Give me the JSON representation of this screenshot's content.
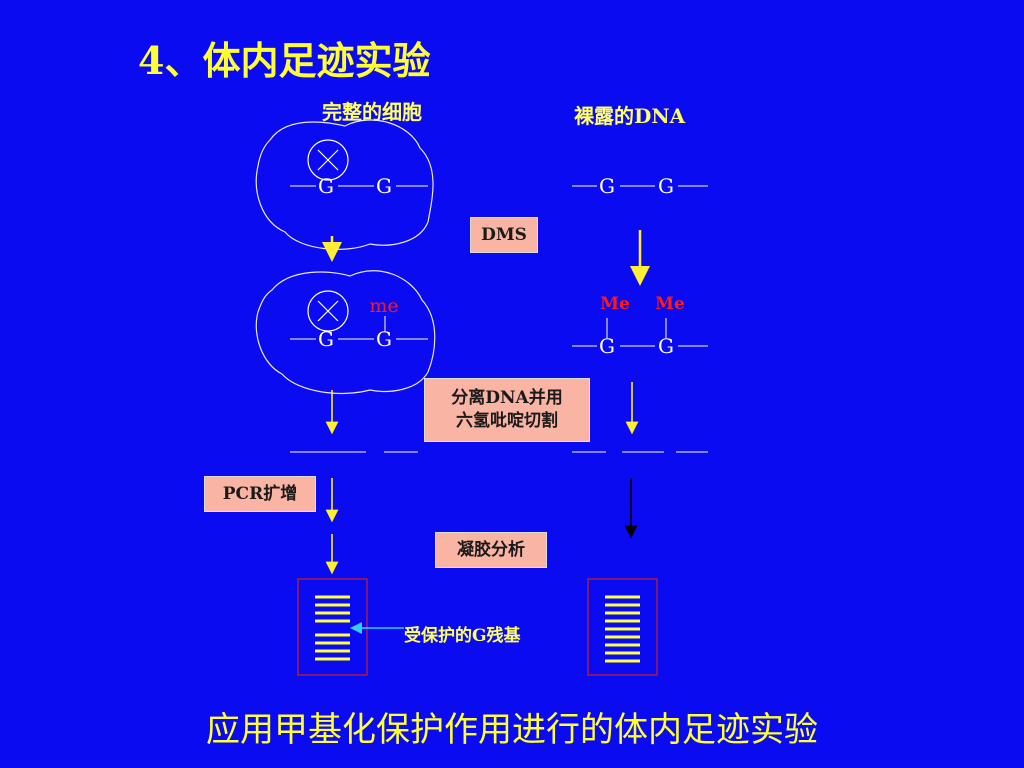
{
  "title": "4、体内足迹实验",
  "footer": "应用甲基化保护作用进行的体内足迹实验",
  "labels": {
    "intact_cell": "完整的细胞",
    "naked_dna": "裸露的DNA",
    "protected_g": "受保护的G残基"
  },
  "boxes": {
    "dms": "DMS",
    "isolate_line1": "分离DNA并用",
    "isolate_line2": "六氢吡啶切割",
    "pcr": "PCR扩增",
    "gel": "凝胶分析"
  },
  "bases": {
    "g": "G",
    "me_lower": "me",
    "me_upper": "Me"
  },
  "colors": {
    "background": "#0b0bf2",
    "title": "#ffff33",
    "label": "#ffff66",
    "box_fill": "#f9b4a4",
    "methyl": "#ff1a1a",
    "arrow": "#ffee33",
    "gel_border": "#cc2222",
    "band": "#ffff44",
    "pointer": "#33ccff"
  },
  "icons": {
    "protein": "circled-x-icon"
  }
}
